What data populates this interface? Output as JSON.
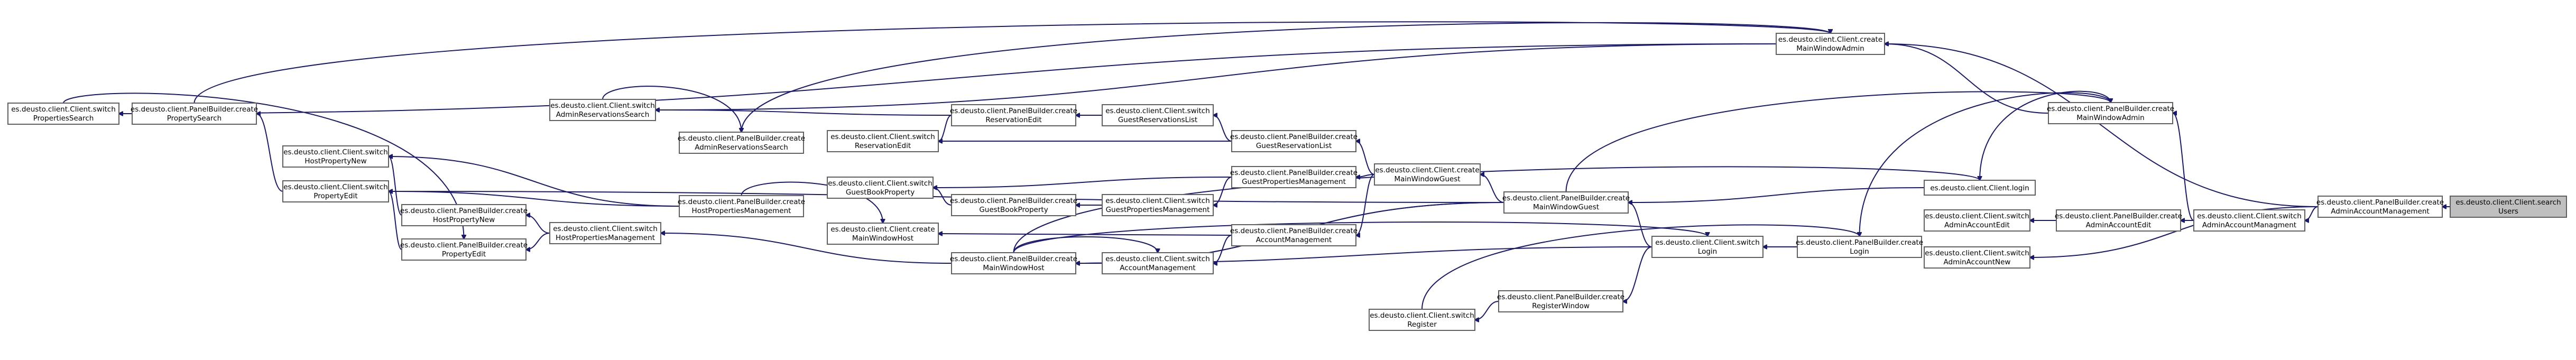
{
  "graph": {
    "edge_color": "#191970",
    "node_border_color": "#606060",
    "selected_fill": "#bfbfbf",
    "nodes": [
      {
        "id": "search_users",
        "line1": "es.deusto.client.Client.search",
        "line2": "Users",
        "selected": true
      },
      {
        "id": "pb_admin_account_mgmt",
        "line1": "es.deusto.client.PanelBuilder.create",
        "line2": "AdminAccountManagement"
      },
      {
        "id": "create_main_window_admin",
        "line1": "es.deusto.client.Client.create",
        "line2": "MainWindowAdmin"
      },
      {
        "id": "switch_admin_account_mgmt",
        "line1": "es.deusto.client.Client.switch",
        "line2": "AdminAccountManagment"
      },
      {
        "id": "pb_main_window_admin",
        "line1": "es.deusto.client.PanelBuilder.create",
        "line2": "MainWindowAdmin"
      },
      {
        "id": "pb_admin_account_edit",
        "line1": "es.deusto.client.PanelBuilder.create",
        "line2": "AdminAccountEdit"
      },
      {
        "id": "client_login",
        "line1": "es.deusto.client.Client.login",
        "line2": ""
      },
      {
        "id": "switch_admin_account_edit",
        "line1": "es.deusto.client.Client.switch",
        "line2": "AdminAccountEdit"
      },
      {
        "id": "switch_admin_account_new",
        "line1": "es.deusto.client.Client.switch",
        "line2": "AdminAccountNew"
      },
      {
        "id": "pb_login",
        "line1": "es.deusto.client.PanelBuilder.create",
        "line2": "Login"
      },
      {
        "id": "switch_login",
        "line1": "es.deusto.client.Client.switch",
        "line2": "Login"
      },
      {
        "id": "pb_main_window_guest",
        "line1": "es.deusto.client.PanelBuilder.create",
        "line2": "MainWindowGuest"
      },
      {
        "id": "pb_register_window",
        "line1": "es.deusto.client.PanelBuilder.create",
        "line2": "RegisterWindow"
      },
      {
        "id": "switch_register",
        "line1": "es.deusto.client.Client.switch",
        "line2": "Register"
      },
      {
        "id": "create_main_window_guest",
        "line1": "es.deusto.client.Client.create",
        "line2": "MainWindowGuest"
      },
      {
        "id": "pb_guest_reservation_list",
        "line1": "es.deusto.client.PanelBuilder.create",
        "line2": "GuestReservationList"
      },
      {
        "id": "pb_guest_properties_mgmt",
        "line1": "es.deusto.client.PanelBuilder.create",
        "line2": "GuestPropertiesManagement"
      },
      {
        "id": "pb_account_mgmt",
        "line1": "es.deusto.client.PanelBuilder.create",
        "line2": "AccountManagement"
      },
      {
        "id": "switch_guest_reservations_list",
        "line1": "es.deusto.client.Client.switch",
        "line2": "GuestReservationsList"
      },
      {
        "id": "switch_guest_properties_mgmt",
        "line1": "es.deusto.client.Client.switch",
        "line2": "GuestPropertiesManagement"
      },
      {
        "id": "switch_account_mgmt",
        "line1": "es.deusto.client.Client.switch",
        "line2": "AccountManagement"
      },
      {
        "id": "pb_reservation_edit",
        "line1": "es.deusto.client.PanelBuilder.create",
        "line2": "ReservationEdit"
      },
      {
        "id": "pb_guest_book_property",
        "line1": "es.deusto.client.PanelBuilder.create",
        "line2": "GuestBookProperty"
      },
      {
        "id": "pb_main_window_host",
        "line1": "es.deusto.client.PanelBuilder.create",
        "line2": "MainWindowHost"
      },
      {
        "id": "switch_reservation_edit",
        "line1": "es.deusto.client.Client.switch",
        "line2": "ReservationEdit"
      },
      {
        "id": "switch_guest_book_property",
        "line1": "es.deusto.client.Client.switch",
        "line2": "GuestBookProperty"
      },
      {
        "id": "create_main_window_host",
        "line1": "es.deusto.client.Client.create",
        "line2": "MainWindowHost"
      },
      {
        "id": "pb_admin_reservations_search",
        "line1": "es.deusto.client.PanelBuilder.create",
        "line2": "AdminReservationsSearch"
      },
      {
        "id": "pb_host_properties_mgmt",
        "line1": "es.deusto.client.PanelBuilder.create",
        "line2": "HostPropertiesManagement"
      },
      {
        "id": "switch_admin_reservations_search",
        "line1": "es.deusto.client.Client.switch",
        "line2": "AdminReservationsSearch"
      },
      {
        "id": "switch_host_properties_mgmt",
        "line1": "es.deusto.client.Client.switch",
        "line2": "HostPropertiesManagement"
      },
      {
        "id": "pb_host_property_new",
        "line1": "es.deusto.client.PanelBuilder.create",
        "line2": "HostPropertyNew"
      },
      {
        "id": "pb_property_edit",
        "line1": "es.deusto.client.PanelBuilder.create",
        "line2": "PropertyEdit"
      },
      {
        "id": "switch_host_property_new",
        "line1": "es.deusto.client.Client.switch",
        "line2": "HostPropertyNew"
      },
      {
        "id": "switch_property_edit",
        "line1": "es.deusto.client.Client.switch",
        "line2": "PropertyEdit"
      },
      {
        "id": "pb_property_search",
        "line1": "es.deusto.client.PanelBuilder.create",
        "line2": "PropertySearch"
      },
      {
        "id": "switch_properties_search",
        "line1": "es.deusto.client.Client.switch",
        "line2": "PropertiesSearch"
      }
    ],
    "edges": [
      {
        "from": "search_users",
        "to": "pb_admin_account_mgmt"
      },
      {
        "from": "pb_admin_account_mgmt",
        "to": "create_main_window_admin"
      },
      {
        "from": "pb_admin_account_mgmt",
        "to": "switch_admin_account_mgmt"
      },
      {
        "from": "pb_admin_account_mgmt",
        "to": "switch_admin_account_new"
      },
      {
        "from": "switch_admin_account_mgmt",
        "to": "pb_main_window_admin"
      },
      {
        "from": "switch_admin_account_mgmt",
        "to": "pb_admin_account_edit"
      },
      {
        "from": "pb_admin_account_edit",
        "to": "switch_admin_account_edit"
      },
      {
        "from": "pb_main_window_admin",
        "to": "create_main_window_admin"
      },
      {
        "from": "client_login",
        "to": "pb_main_window_admin"
      },
      {
        "from": "pb_login",
        "to": "pb_main_window_admin"
      },
      {
        "from": "pb_main_window_guest",
        "to": "pb_main_window_admin"
      },
      {
        "from": "create_main_window_admin",
        "to": "switch_properties_search"
      },
      {
        "from": "create_main_window_admin",
        "to": "switch_admin_reservations_search"
      },
      {
        "from": "pb_login",
        "to": "switch_login"
      },
      {
        "from": "client_login",
        "to": "pb_main_window_guest"
      },
      {
        "from": "switch_login",
        "to": "pb_main_window_guest"
      },
      {
        "from": "switch_login",
        "to": "pb_main_window_host"
      },
      {
        "from": "switch_login",
        "to": "pb_register_window"
      },
      {
        "from": "pb_register_window",
        "to": "switch_register"
      },
      {
        "from": "switch_register",
        "to": "pb_login"
      },
      {
        "from": "pb_main_window_guest",
        "to": "create_main_window_guest"
      },
      {
        "from": "pb_main_window_guest",
        "to": "pb_main_window_host"
      },
      {
        "from": "create_main_window_guest",
        "to": "pb_guest_reservation_list"
      },
      {
        "from": "create_main_window_guest",
        "to": "pb_guest_properties_mgmt"
      },
      {
        "from": "create_main_window_guest",
        "to": "pb_account_mgmt"
      },
      {
        "from": "pb_guest_reservation_list",
        "to": "switch_guest_reservations_list"
      },
      {
        "from": "pb_guest_reservation_list",
        "to": "switch_reservation_edit"
      },
      {
        "from": "pb_guest_properties_mgmt",
        "to": "switch_guest_properties_mgmt"
      },
      {
        "from": "pb_guest_properties_mgmt",
        "to": "switch_guest_book_property"
      },
      {
        "from": "pb_account_mgmt",
        "to": "switch_account_mgmt"
      },
      {
        "from": "pb_account_mgmt",
        "to": "create_main_window_host"
      },
      {
        "from": "switch_guest_reservations_list",
        "to": "pb_reservation_edit"
      },
      {
        "from": "switch_guest_properties_mgmt",
        "to": "pb_guest_book_property"
      },
      {
        "from": "pb_reservation_edit",
        "to": "switch_reservation_edit"
      },
      {
        "from": "pb_guest_book_property",
        "to": "switch_guest_book_property"
      },
      {
        "from": "pb_main_window_host",
        "to": "switch_account_mgmt"
      },
      {
        "from": "pb_main_window_host",
        "to": "switch_login"
      },
      {
        "from": "pb_main_window_host",
        "to": "switch_host_properties_mgmt"
      },
      {
        "from": "pb_main_window_host",
        "to": "client_login"
      },
      {
        "from": "pb_reservation_edit",
        "to": "switch_admin_reservations_search"
      },
      {
        "from": "switch_admin_reservations_search",
        "to": "pb_admin_reservations_search"
      },
      {
        "from": "pb_host_properties_mgmt",
        "to": "create_main_window_host"
      },
      {
        "from": "pb_host_properties_mgmt",
        "to": "switch_host_property_new"
      },
      {
        "from": "pb_host_properties_mgmt",
        "to": "switch_property_edit"
      },
      {
        "from": "switch_host_properties_mgmt",
        "to": "pb_host_property_new"
      },
      {
        "from": "switch_host_properties_mgmt",
        "to": "pb_property_edit"
      },
      {
        "from": "pb_host_property_new",
        "to": "switch_host_property_new"
      },
      {
        "from": "pb_property_edit",
        "to": "switch_property_edit"
      },
      {
        "from": "switch_property_edit",
        "to": "pb_property_search"
      },
      {
        "from": "pb_property_search",
        "to": "switch_properties_search"
      },
      {
        "from": "pb_property_search",
        "to": "create_main_window_admin"
      },
      {
        "from": "switch_properties_search",
        "to": "pb_property_edit"
      },
      {
        "from": "pb_admin_reservations_search",
        "to": "create_main_window_admin"
      },
      {
        "from": "pb_main_window_guest",
        "to": "switch_property_edit"
      },
      {
        "from": "pb_main_window_guest",
        "to": "pb_main_window_host"
      }
    ]
  }
}
